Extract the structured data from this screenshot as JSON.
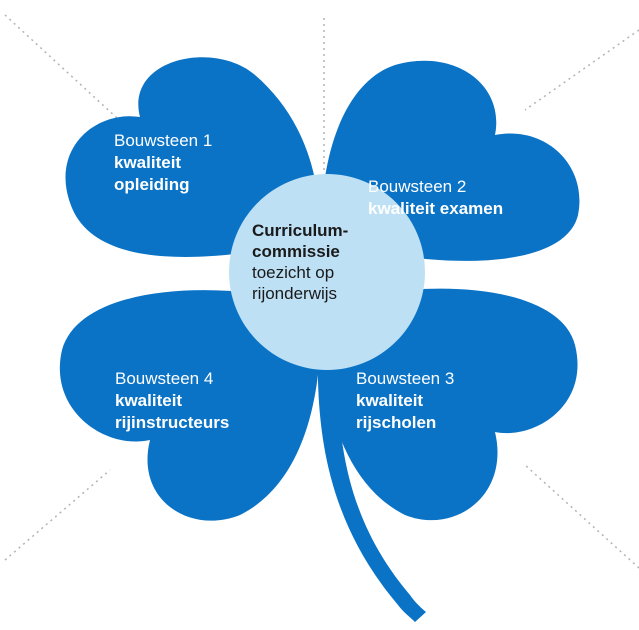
{
  "colors": {
    "leaf": "#0a73c6",
    "center": "#bde0f5",
    "dotted_line": "#b3b3b3",
    "label_text": "#ffffff",
    "center_text": "#1a1a1a"
  },
  "center": {
    "title_line1": "Curriculum-",
    "title_line2": "commissie",
    "subtitle_line1": "toezicht op",
    "subtitle_line2": "rijonderwijs"
  },
  "leaves": [
    {
      "bouwsteen": "Bouwsteen 1",
      "line1": "kwaliteit",
      "line2": "opleiding"
    },
    {
      "bouwsteen": "Bouwsteen 2",
      "line1": "kwaliteit examen",
      "line2": ""
    },
    {
      "bouwsteen": "Bouwsteen 3",
      "line1": "kwaliteit",
      "line2": "rijscholen"
    },
    {
      "bouwsteen": "Bouwsteen 4",
      "line1": "kwaliteit",
      "line2": "rijinstructeurs"
    }
  ]
}
